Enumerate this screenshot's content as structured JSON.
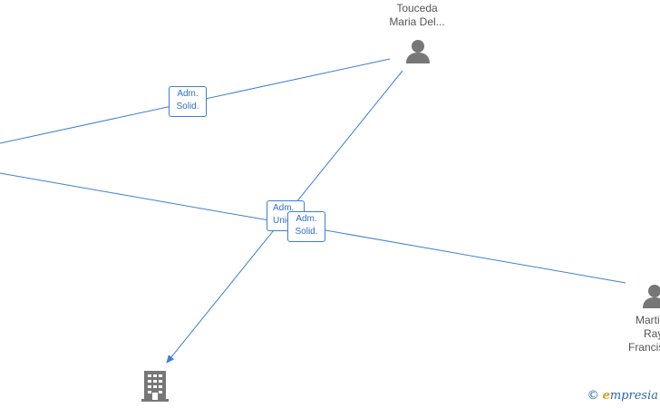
{
  "nodes": {
    "touceda": {
      "line1": "Touceda",
      "line2": "Maria Del..."
    },
    "martinez": {
      "line1": "Martinez",
      "line2": "Raya",
      "line3": "Francisco..."
    }
  },
  "edges": {
    "left_top": {
      "line1": "Adm.",
      "line2": "Solid."
    },
    "center_back": {
      "line1": "Adm.",
      "line2": "Unico"
    },
    "center_front": {
      "line1": "Adm.",
      "line2": "Solid."
    }
  },
  "watermark": {
    "copyright": "©",
    "brand_initial": "e",
    "brand_rest": "mpresia"
  },
  "colors": {
    "edge": "#3d7fd4",
    "node_icon": "#777777",
    "label_text": "#2f6fc4"
  }
}
